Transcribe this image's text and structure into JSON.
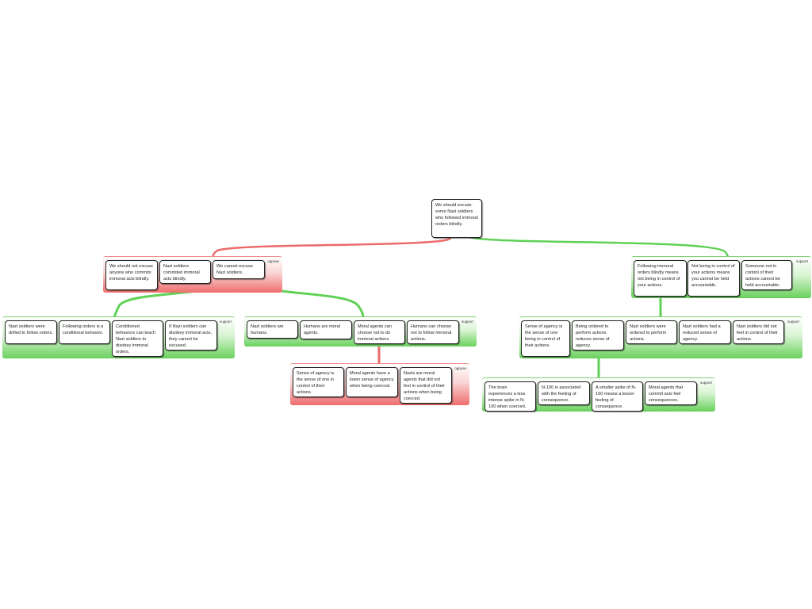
{
  "root": {
    "text": "We should excuse some Nazi soldiers who followed immoral orders blindly."
  },
  "colors": {
    "support": "#5fd155",
    "oppose": "#ec6b6b"
  },
  "groups": {
    "g_opp_top": {
      "label": "oppose",
      "claims": [
        "We should not excuse anyone who commits immoral acts blindly.",
        "Nazi soldiers commited immoral acts blindly.",
        "We cannot excuse Nazi soldiers."
      ]
    },
    "g_sup_top": {
      "label": "support",
      "claims": [
        "Following immoral orders blindly means not being in control of your actions.",
        "Not being in control of your actions means you cannot be held accountable.",
        "Someone not in control of their actions cannot be held accountable."
      ]
    },
    "g_sup_a": {
      "label": "support",
      "claims": [
        "Nazi soldiers were drilled to follow orders.",
        "Following orders is a conditional behavior.",
        "Conditioned behaviors can teach Nazi soldiers to disobey immoral orders.",
        "If Nazi soldiers can disobey immoral acts, they cannot be excused."
      ]
    },
    "g_sup_b": {
      "label": "support",
      "claims": [
        "Nazi soldiers are humans.",
        "Humans are moral agents.",
        "Moral agents can choose not to do immoral actions.",
        "Humans can choose not to follow immoral actions."
      ]
    },
    "g_opp_c": {
      "label": "oppose",
      "claims": [
        "Sense of agency is the sense of one in control of their actions.",
        "Moral agents have a lower sense of agency when being coerced.",
        "Nazis are moral agents that did not feel in control of their actions when being coerced."
      ]
    },
    "g_sup_d": {
      "label": "support",
      "claims": [
        "Sense of agency is the sense of one being in control of their actions.",
        "Being ordered to perform actions reduces sense of agency.",
        "Nazi soldiers were ordered to perform actions.",
        "Nazi soldiers had a reduced sense of agency.",
        "Nazi soldiers did not feel in control of their actions."
      ]
    },
    "g_sup_e": {
      "label": "support",
      "claims": [
        "The brain experiences a less intense spike in N-100 when coerced.",
        "N-100 is associated with the feeling of consequence.",
        "A smaller spike of N-100 means a lesser feeling of consequence.",
        "Moral agents that commit acts feel consequences."
      ]
    }
  }
}
